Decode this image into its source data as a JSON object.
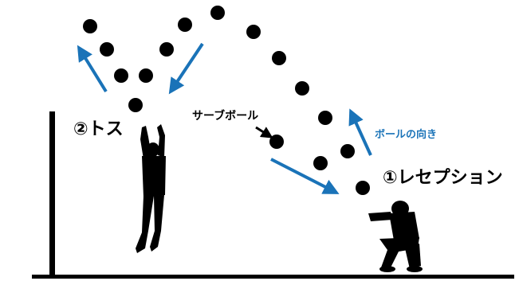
{
  "labels": {
    "toss": "②トス",
    "reception": "①レセプション",
    "serve_ball": "サーブボール",
    "ball_direction": "ボールの向き"
  },
  "colors": {
    "arrow_blue": "#1a73b8",
    "ball": "#000000",
    "silhouette": "#000000",
    "background": "#ffffff"
  },
  "icons": {
    "setter": "setter-silhouette",
    "receiver": "receiver-silhouette",
    "post": "net-post"
  }
}
